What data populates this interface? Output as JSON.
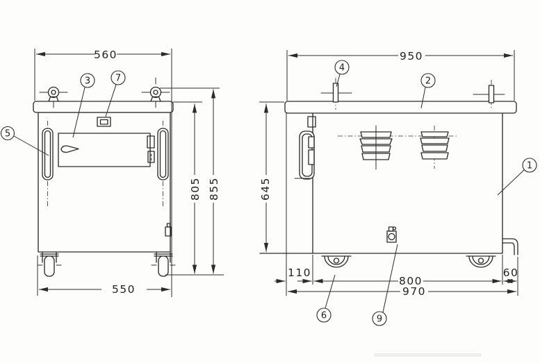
{
  "drawing": {
    "kind": "technical-dimension-drawing, two orthographic views of wheeled cabinet",
    "colors": {
      "ink": "#2b2b2b",
      "paper": "#fdfdfc"
    }
  },
  "dims": {
    "front_width_top": "560",
    "front_width_bottom": "550",
    "front_height_inner": "805",
    "front_height_outer": "855",
    "side_width_top": "950",
    "side_height": "645",
    "side_offset_left": "110",
    "side_wheelbase": "800",
    "side_offset_right": "60",
    "side_width_total": "970"
  },
  "callouts": {
    "c1": "1",
    "c2": "2",
    "c3": "3",
    "c4": "4",
    "c5": "5",
    "c6": "6",
    "c7": "7",
    "c9": "9"
  }
}
